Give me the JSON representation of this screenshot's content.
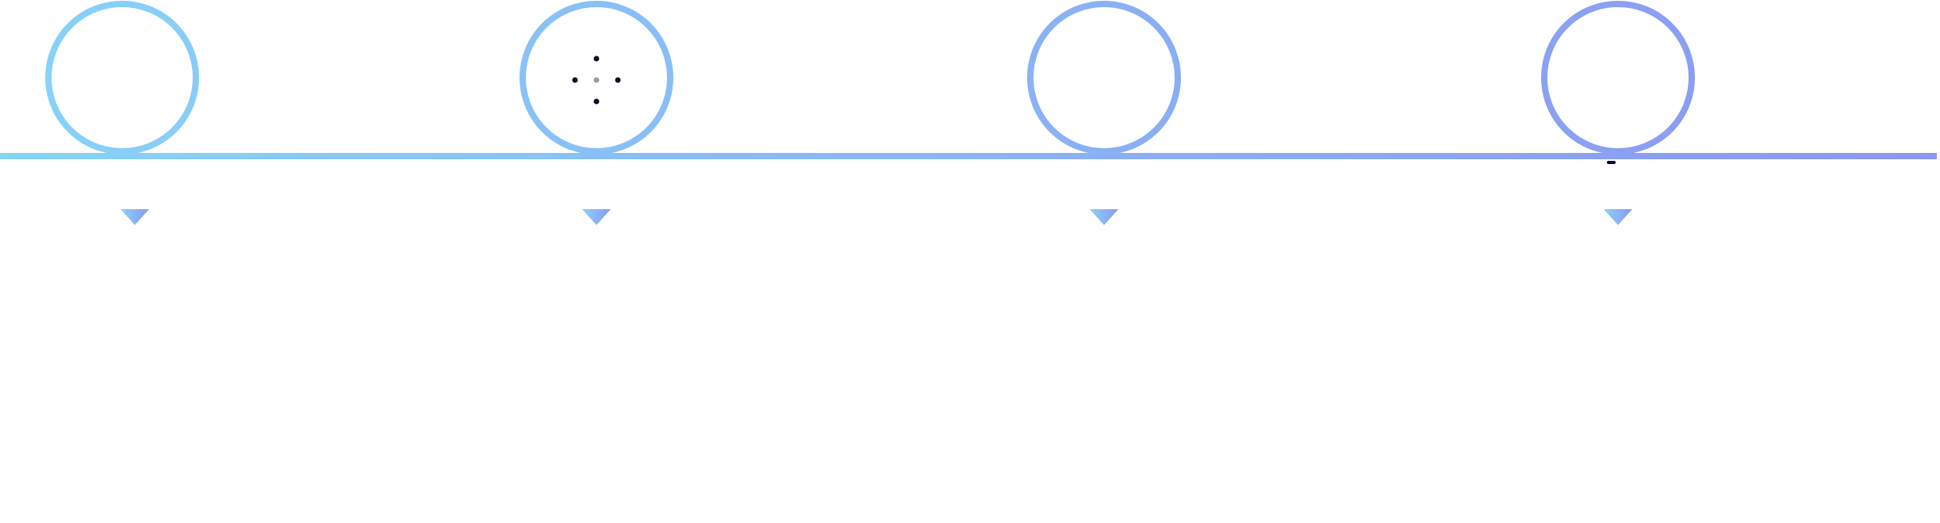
{
  "colors": {
    "gradient_start": "#87d3f8",
    "gradient_end": "#8c96f2",
    "dot": "#0c0a2a",
    "dot_muted": "#9a9aa2"
  },
  "steps": [
    {
      "icon": "empty"
    },
    {
      "icon": "dots-cross"
    },
    {
      "icon": "empty"
    },
    {
      "icon": "dash"
    }
  ]
}
